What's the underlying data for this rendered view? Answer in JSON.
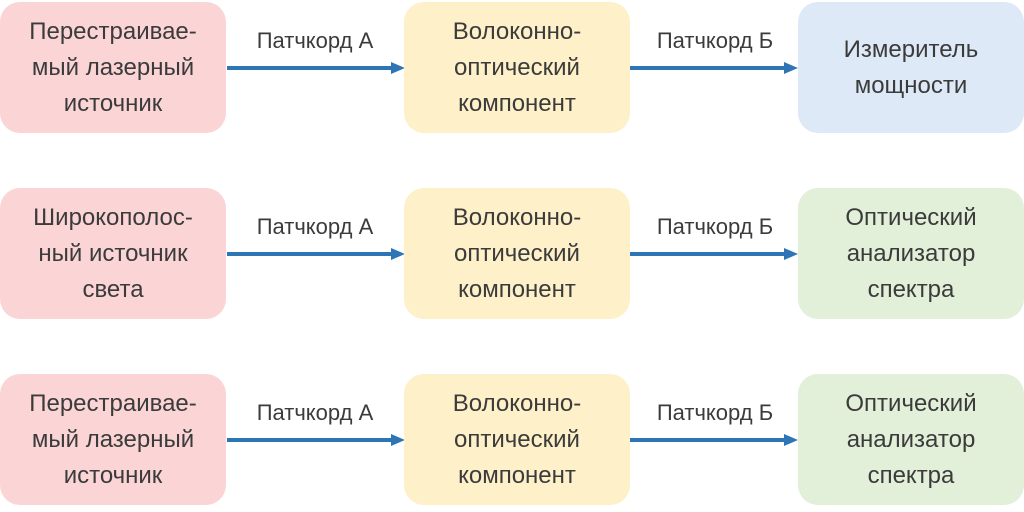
{
  "rows": [
    {
      "source": "Перестраивае-\nмый лазерный\nисточник",
      "component": "Волоконно-\nоптический\nкомпонент",
      "detector": "Измеритель\nмощности",
      "patch_a": "Патчкорд А",
      "patch_b": "Патчкорд Б"
    },
    {
      "source": "Широкополос-\nный источник\nсвета",
      "component": "Волоконно-\nоптический\nкомпонент",
      "detector": "Оптический\nанализатор\nспектра",
      "patch_a": "Патчкорд А",
      "patch_b": "Патчкорд Б"
    },
    {
      "source": "Перестраивае-\nмый лазерный\nисточник",
      "component": "Волоконно-\nоптический\nкомпонент",
      "detector": "Оптический\nанализатор\nспектра",
      "patch_a": "Патчкорд А",
      "patch_b": "Патчкорд Б"
    }
  ],
  "colors": {
    "source": "#fbd5d6",
    "component": "#fef0c8",
    "power_meter": "#dde9f6",
    "spectrum_analyzer": "#e2efd9",
    "arrow": "#2e75b6"
  }
}
